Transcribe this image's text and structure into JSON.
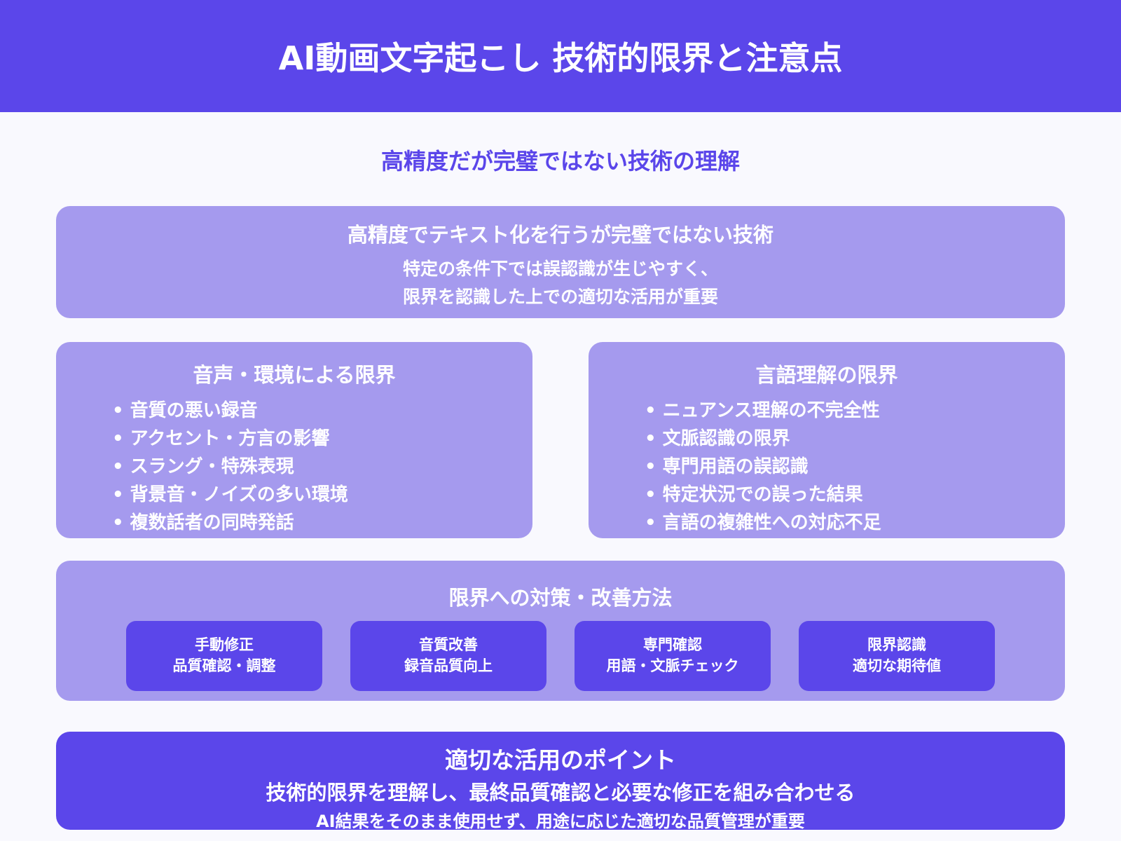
{
  "header": {
    "title": "AI動画文字起こし 技術的限界と注意点"
  },
  "subtitle": "高精度だが完璧ではない技術の理解",
  "overview": {
    "title": "高精度でテキスト化を行うが完璧ではない技術",
    "lines": [
      "特定の条件下では誤認識が生じやすく、",
      "限界を認識した上での適切な活用が重要"
    ]
  },
  "audio_limits": {
    "title": "音声・環境による限界",
    "items": [
      "• 音質の悪い録音",
      "• アクセント・方言の影響",
      "• スラング・特殊表現",
      "• 背景音・ノイズの多い環境",
      "• 複数話者の同時発話"
    ]
  },
  "language_limits": {
    "title": "言語理解の限界",
    "items": [
      "• ニュアンス理解の不完全性",
      "• 文脈認識の限界",
      "• 専門用語の誤認識",
      "• 特定状況での誤った結果",
      "• 言語の複雑性への対応不足"
    ]
  },
  "countermeasures": {
    "title": "限界への対策・改善方法",
    "items": [
      {
        "title": "手動修正",
        "sub": "品質確認・調整"
      },
      {
        "title": "音質改善",
        "sub": "録音品質向上"
      },
      {
        "title": "専門確認",
        "sub": "用語・文脈チェック"
      },
      {
        "title": "限界認識",
        "sub": "適切な期待値"
      }
    ]
  },
  "points": {
    "title": "適切な活用のポイント",
    "line1": "技術的限界を理解し、最終品質確認と必要な修正を組み合わせる",
    "line2": "AI結果をそのまま使用せず、用途に応じた適切な品質管理が重要"
  },
  "colors": {
    "primary": "#5b46ea",
    "light": "#a59aee",
    "background": "#f9f9fe"
  }
}
